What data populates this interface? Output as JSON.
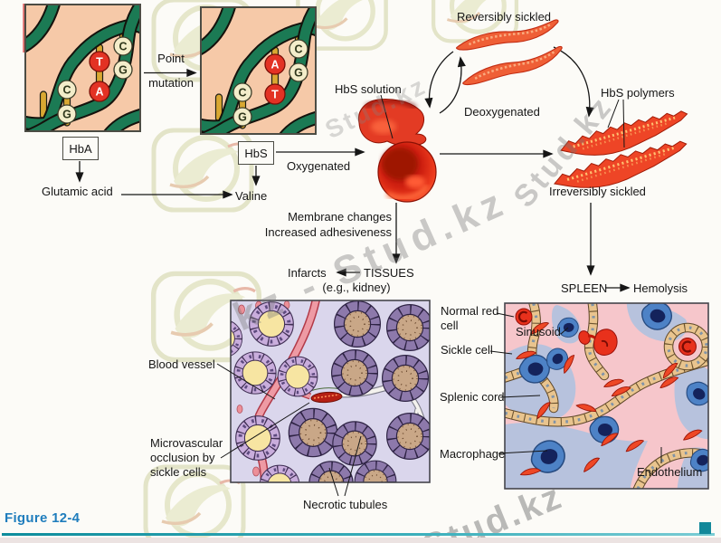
{
  "figure": {
    "caption": "Figure 12-4"
  },
  "labels": {
    "point_top": "Point",
    "point_bottom": "mutation",
    "hba": "HbA",
    "hbs": "HbS",
    "glutamic_acid": "Glutamic acid",
    "valine": "Valine",
    "oxygenated": "Oxygenated",
    "deoxygenated": "Deoxygenated",
    "hbs_solution": "HbS solution",
    "reversibly_sickled": "Reversibly sickled",
    "hbs_polymers": "HbS polymers",
    "irreversibly_sickled": "Irreversibly sickled",
    "membrane_changes": "Membrane changes",
    "increased_adhesiveness": "Increased adhesiveness",
    "infarcts": "Infarcts",
    "tissues": "TISSUES",
    "tissues_example": "(e.g., kidney)",
    "spleen": "SPLEEN",
    "hemolysis": "Hemolysis"
  },
  "kidney": {
    "blood_vessel": "Blood vessel",
    "microvascular_occlusion": "Microvascular occlusion by sickle cells",
    "necrotic_tubules": "Necrotic tubules"
  },
  "spleen_panel": {
    "normal_red_cell": "Normal red cell",
    "sinusoid": "Sinusoid",
    "sickle_cell": "Sickle cell",
    "splenic_cord": "Splenic cord",
    "macrophage": "Macrophage",
    "endothelium": "Endothelium"
  },
  "dna_left": {
    "pairs": [
      [
        "C",
        "G"
      ],
      [
        "T",
        "A"
      ],
      [
        "C",
        "G"
      ]
    ]
  },
  "dna_right": {
    "pairs": [
      [
        "C",
        "G"
      ],
      [
        "A",
        "T"
      ],
      [
        "C",
        "G"
      ]
    ]
  },
  "watermarks": {
    "w1": "Stud.kz",
    "w2": "kz - Stud.kz",
    "w3": "Stud.kz",
    "w4": "Stud.kz"
  },
  "colors": {
    "teal_rule": "#12889a",
    "caption_blue": "#1f7dbd",
    "dna_green": "#1b7a54",
    "cell_red": "#e03018",
    "sickle_orange": "#ee4826",
    "panel_pink": "#f6c9a8",
    "kidney_bg": "#dad6ec",
    "spleen_bg": "#f6c6cb"
  }
}
